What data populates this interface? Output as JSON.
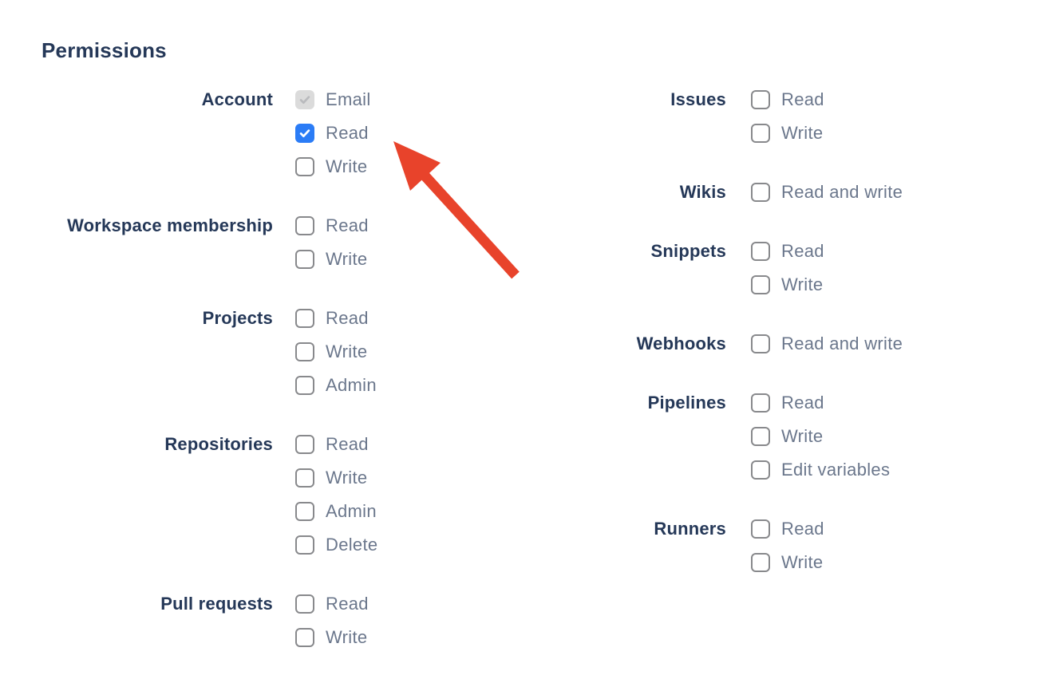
{
  "page": {
    "title": "Permissions"
  },
  "colors": {
    "heading": "#253858",
    "group_label": "#253858",
    "option_label": "#6B778C",
    "checkbox_border": "#88898C",
    "checkbox_checked_bg": "#2B7CF6",
    "checkbox_check": "#FFFFFF",
    "checkbox_disabled_bg": "#DBDBDB",
    "checkbox_disabled_check": "#B9BABD",
    "arrow": "#E8432B"
  },
  "annotation": {
    "type": "red-arrow",
    "points_at": "Account Read checkbox"
  },
  "permissions": {
    "columns": [
      {
        "groups": [
          {
            "label": "Account",
            "options": [
              {
                "label": "Email",
                "checked": true,
                "disabled": true
              },
              {
                "label": "Read",
                "checked": true,
                "disabled": false
              },
              {
                "label": "Write",
                "checked": false,
                "disabled": false
              }
            ]
          },
          {
            "label": "Workspace membership",
            "options": [
              {
                "label": "Read",
                "checked": false,
                "disabled": false
              },
              {
                "label": "Write",
                "checked": false,
                "disabled": false
              }
            ]
          },
          {
            "label": "Projects",
            "options": [
              {
                "label": "Read",
                "checked": false,
                "disabled": false
              },
              {
                "label": "Write",
                "checked": false,
                "disabled": false
              },
              {
                "label": "Admin",
                "checked": false,
                "disabled": false
              }
            ]
          },
          {
            "label": "Repositories",
            "options": [
              {
                "label": "Read",
                "checked": false,
                "disabled": false
              },
              {
                "label": "Write",
                "checked": false,
                "disabled": false
              },
              {
                "label": "Admin",
                "checked": false,
                "disabled": false
              },
              {
                "label": "Delete",
                "checked": false,
                "disabled": false
              }
            ]
          },
          {
            "label": "Pull requests",
            "options": [
              {
                "label": "Read",
                "checked": false,
                "disabled": false
              },
              {
                "label": "Write",
                "checked": false,
                "disabled": false
              }
            ]
          }
        ]
      },
      {
        "groups": [
          {
            "label": "Issues",
            "options": [
              {
                "label": "Read",
                "checked": false,
                "disabled": false
              },
              {
                "label": "Write",
                "checked": false,
                "disabled": false
              }
            ]
          },
          {
            "label": "Wikis",
            "options": [
              {
                "label": "Read and write",
                "checked": false,
                "disabled": false
              }
            ]
          },
          {
            "label": "Snippets",
            "options": [
              {
                "label": "Read",
                "checked": false,
                "disabled": false
              },
              {
                "label": "Write",
                "checked": false,
                "disabled": false
              }
            ]
          },
          {
            "label": "Webhooks",
            "options": [
              {
                "label": "Read and write",
                "checked": false,
                "disabled": false
              }
            ]
          },
          {
            "label": "Pipelines",
            "options": [
              {
                "label": "Read",
                "checked": false,
                "disabled": false
              },
              {
                "label": "Write",
                "checked": false,
                "disabled": false
              },
              {
                "label": "Edit variables",
                "checked": false,
                "disabled": false
              }
            ]
          },
          {
            "label": "Runners",
            "options": [
              {
                "label": "Read",
                "checked": false,
                "disabled": false
              },
              {
                "label": "Write",
                "checked": false,
                "disabled": false
              }
            ]
          }
        ]
      }
    ]
  }
}
